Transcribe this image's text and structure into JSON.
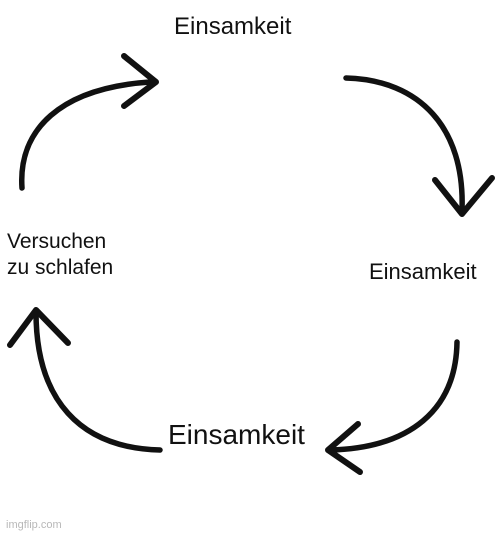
{
  "cycle": {
    "top_label": "Einsamkeit",
    "right_label": "Einsamkeit",
    "bottom_label": "Einsamkeit",
    "left_label_line1": "Versuchen",
    "left_label_line2": "zu schlafen"
  },
  "watermark": "imgflip.com",
  "colors": {
    "background": "#ffffff",
    "ink": "#111111",
    "watermark": "#b8b8b8"
  }
}
